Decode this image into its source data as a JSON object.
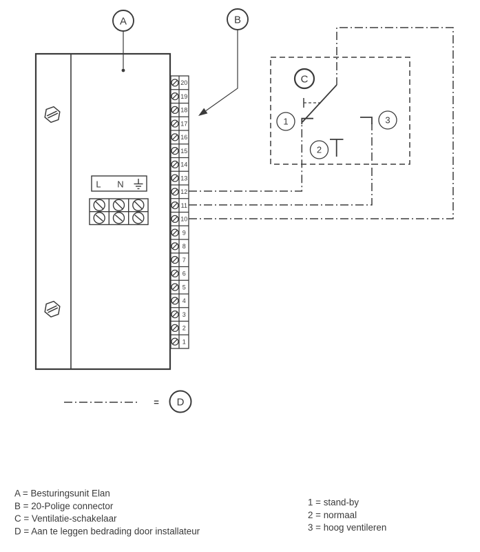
{
  "diagram": {
    "callouts": {
      "a": "A",
      "b": "B",
      "c": "C",
      "d": "D"
    },
    "switch_positions": {
      "p1": "1",
      "p2": "2",
      "p3": "3"
    },
    "power_labels": {
      "l": "L",
      "n": "N",
      "earth_icon": "earth-ground-icon"
    },
    "equals_sign": "=",
    "terminal_numbers": [
      "20",
      "19",
      "18",
      "17",
      "16",
      "15",
      "14",
      "13",
      "12",
      "11",
      "10",
      "9",
      "8",
      "7",
      "6",
      "5",
      "4",
      "3",
      "2",
      "1"
    ],
    "icons": {
      "hex_screw": "hex-screw-icon",
      "slotted_screw": "slotted-screw-icon"
    }
  },
  "legend_left": {
    "items": [
      "A = Besturingsunit Elan",
      "B = 20-Polige connector",
      "C = Ventilatie-schakelaar",
      "D = Aan te leggen bedrading door installateur"
    ]
  },
  "legend_right": {
    "items": [
      "1 = stand-by",
      "2 = normaal",
      "3 = hoog ventileren"
    ]
  },
  "colors": {
    "line": "#3a3a3a",
    "background": "#ffffff"
  }
}
